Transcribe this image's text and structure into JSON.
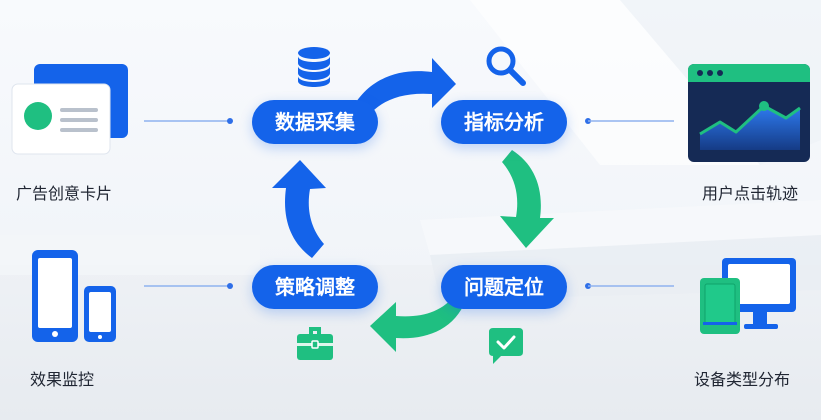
{
  "cycle": {
    "step1": "数据采集",
    "step2": "指标分析",
    "step3": "问题定位",
    "step4": "策略调整"
  },
  "side": {
    "left_top": "广告创意卡片",
    "left_bottom": "效果监控",
    "right_top": "用户点击轨迹",
    "right_bottom": "设备类型分布"
  },
  "icons": {
    "step1_icon": "database-icon",
    "step2_icon": "magnifier-icon",
    "step3_icon": "check-chat-icon",
    "step4_icon": "toolbox-icon",
    "left_top_icon": "ad-card-icon",
    "left_bottom_icon": "devices-icon",
    "right_top_icon": "analytics-window-icon",
    "right_bottom_icon": "desktop-tablet-icon"
  },
  "colors": {
    "primary_blue": "#1463ea",
    "teal_green": "#1fbf81",
    "connector": "#8fb2ef"
  }
}
